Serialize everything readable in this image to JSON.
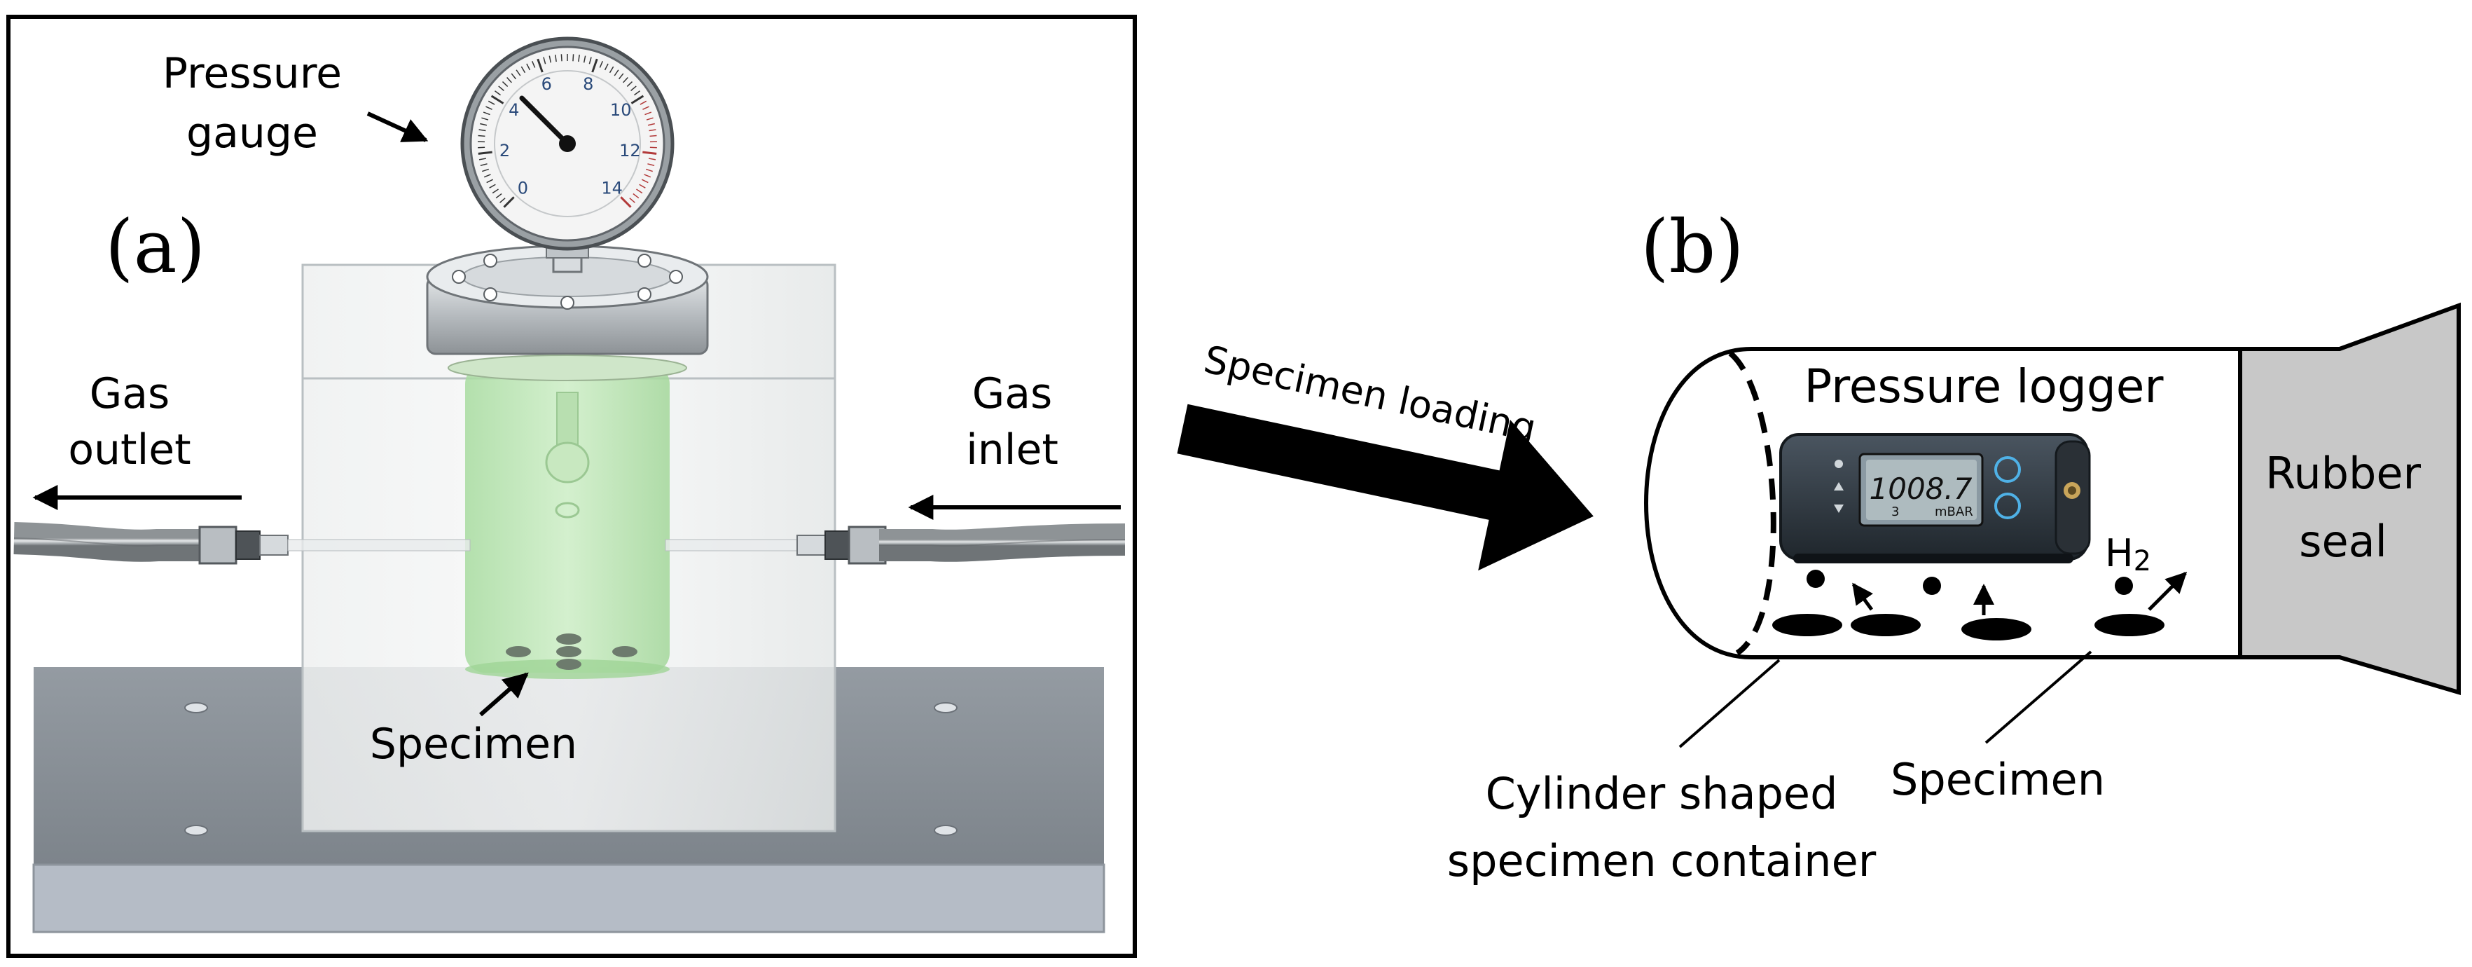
{
  "panel_a": {
    "panel_label": "(a)",
    "gauge_label_line1": "Pressure",
    "gauge_label_line2": "gauge",
    "gauge_numbers": [
      "0",
      "2",
      "4",
      "6",
      "8",
      "10",
      "12",
      "14"
    ],
    "gas_outlet_line1": "Gas",
    "gas_outlet_line2": "outlet",
    "gas_inlet_line1": "Gas",
    "gas_inlet_line2": "inlet",
    "specimen_label": "Specimen"
  },
  "arrow": {
    "label": "Specimen loading"
  },
  "panel_b": {
    "panel_label": "(b)",
    "logger_label": "Pressure logger",
    "logger_display_value": "1008.7",
    "logger_display_sub_left": "3",
    "logger_display_sub_right": "mBAR",
    "h2_label_main": "H",
    "h2_label_sub": "2",
    "rubber_line1": "Rubber",
    "rubber_line2": "seal",
    "container_label_line1": "Cylinder shaped",
    "container_label_line2": "specimen container",
    "specimen_label": "Specimen"
  },
  "colors": {
    "green_tint": "#bfe8b8",
    "base_plate": "#8a929a",
    "seal_gray": "#c8c8c8"
  }
}
